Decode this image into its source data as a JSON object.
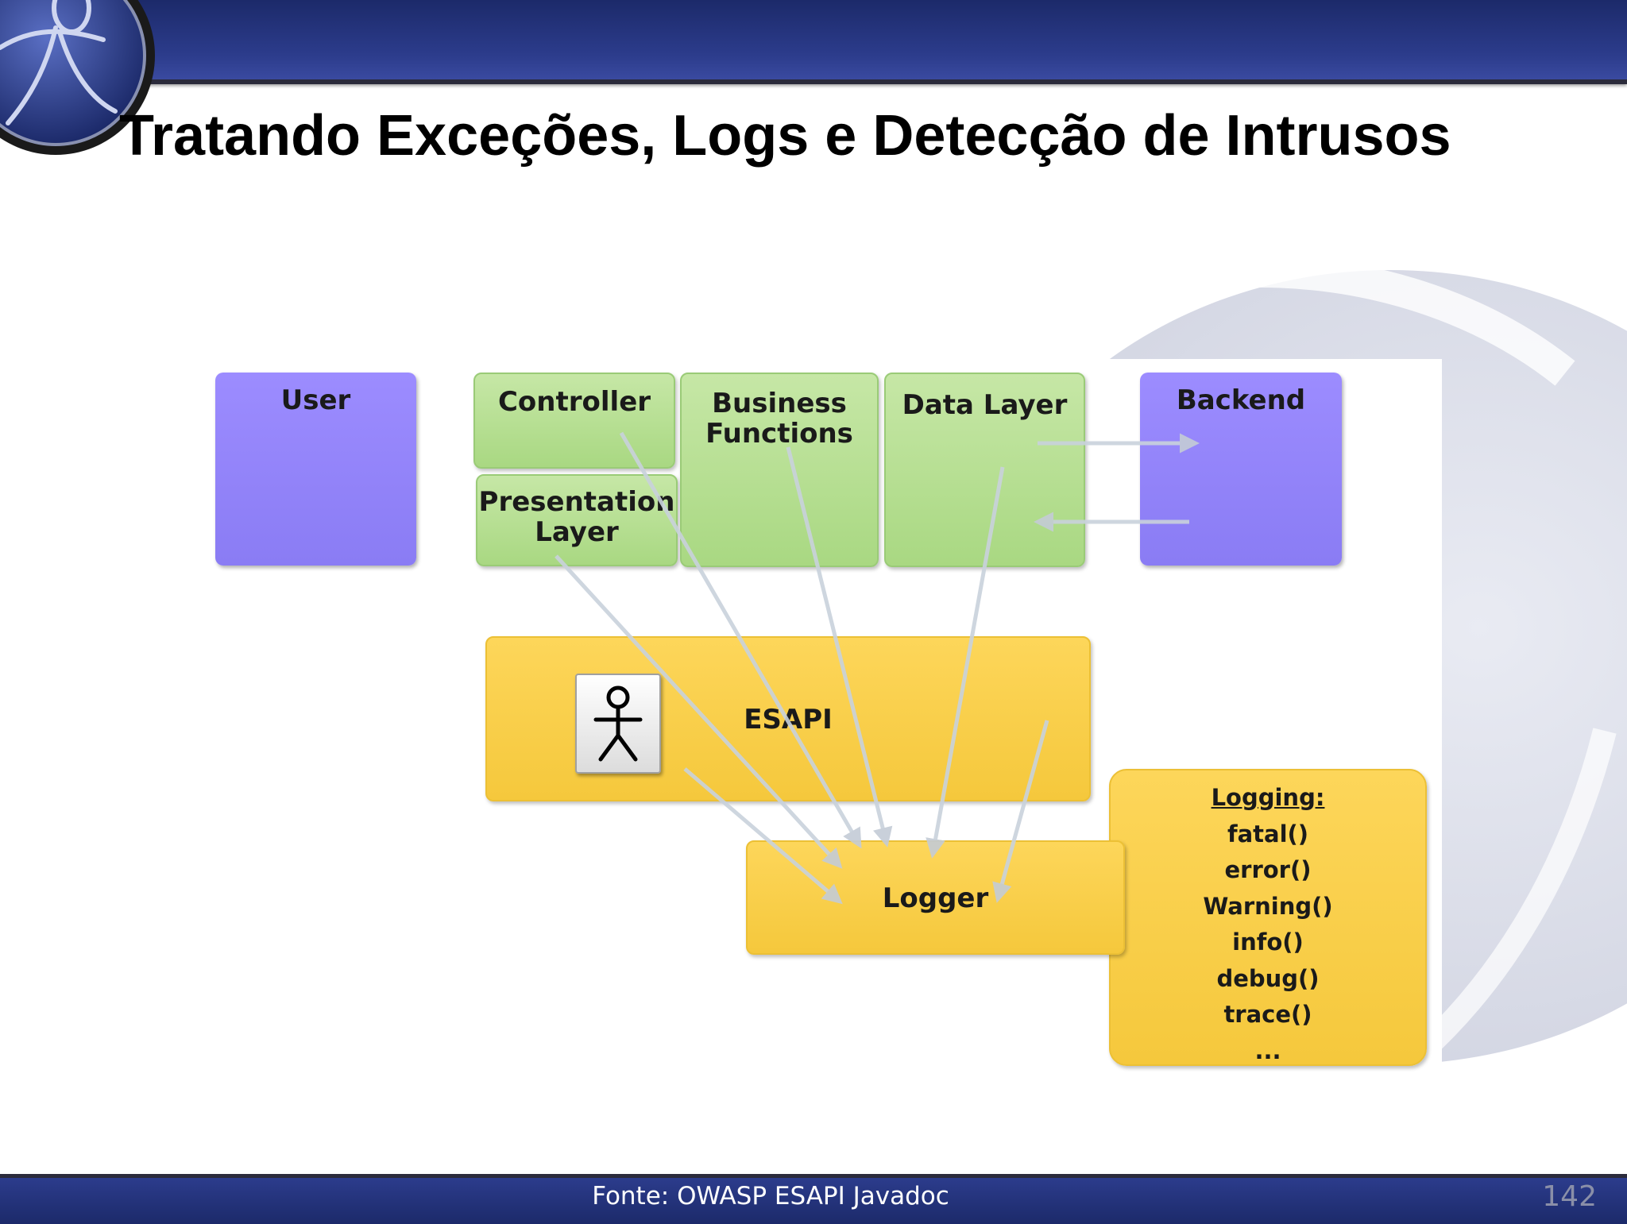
{
  "slide": {
    "title": "Tratando Exceções, Logs e Detecção de Intrusos",
    "source": "Fonte: OWASP ESAPI Javadoc",
    "page_number": "142"
  },
  "diagram": {
    "user": "User",
    "controller": "Controller",
    "presentation_layer": "Presentation\nLayer",
    "business_functions": "Business\nFunctions",
    "data_layer": "Data Layer",
    "backend": "Backend",
    "esapi": "ESAPI",
    "logger": "Logger",
    "logging": {
      "heading": "Logging:",
      "methods": [
        "fatal()",
        "error()",
        "Warning()",
        "info()",
        "debug()",
        "trace()",
        "..."
      ]
    }
  },
  "colors": {
    "header": "#1c2a6a",
    "user_backend": "#9488fa",
    "layers": "#b8df92",
    "esapi_logger": "#fcd04c",
    "arrows": "#c9d2dc"
  },
  "icons": [
    "owasp-wasp-logo",
    "stick-figure-icon"
  ]
}
